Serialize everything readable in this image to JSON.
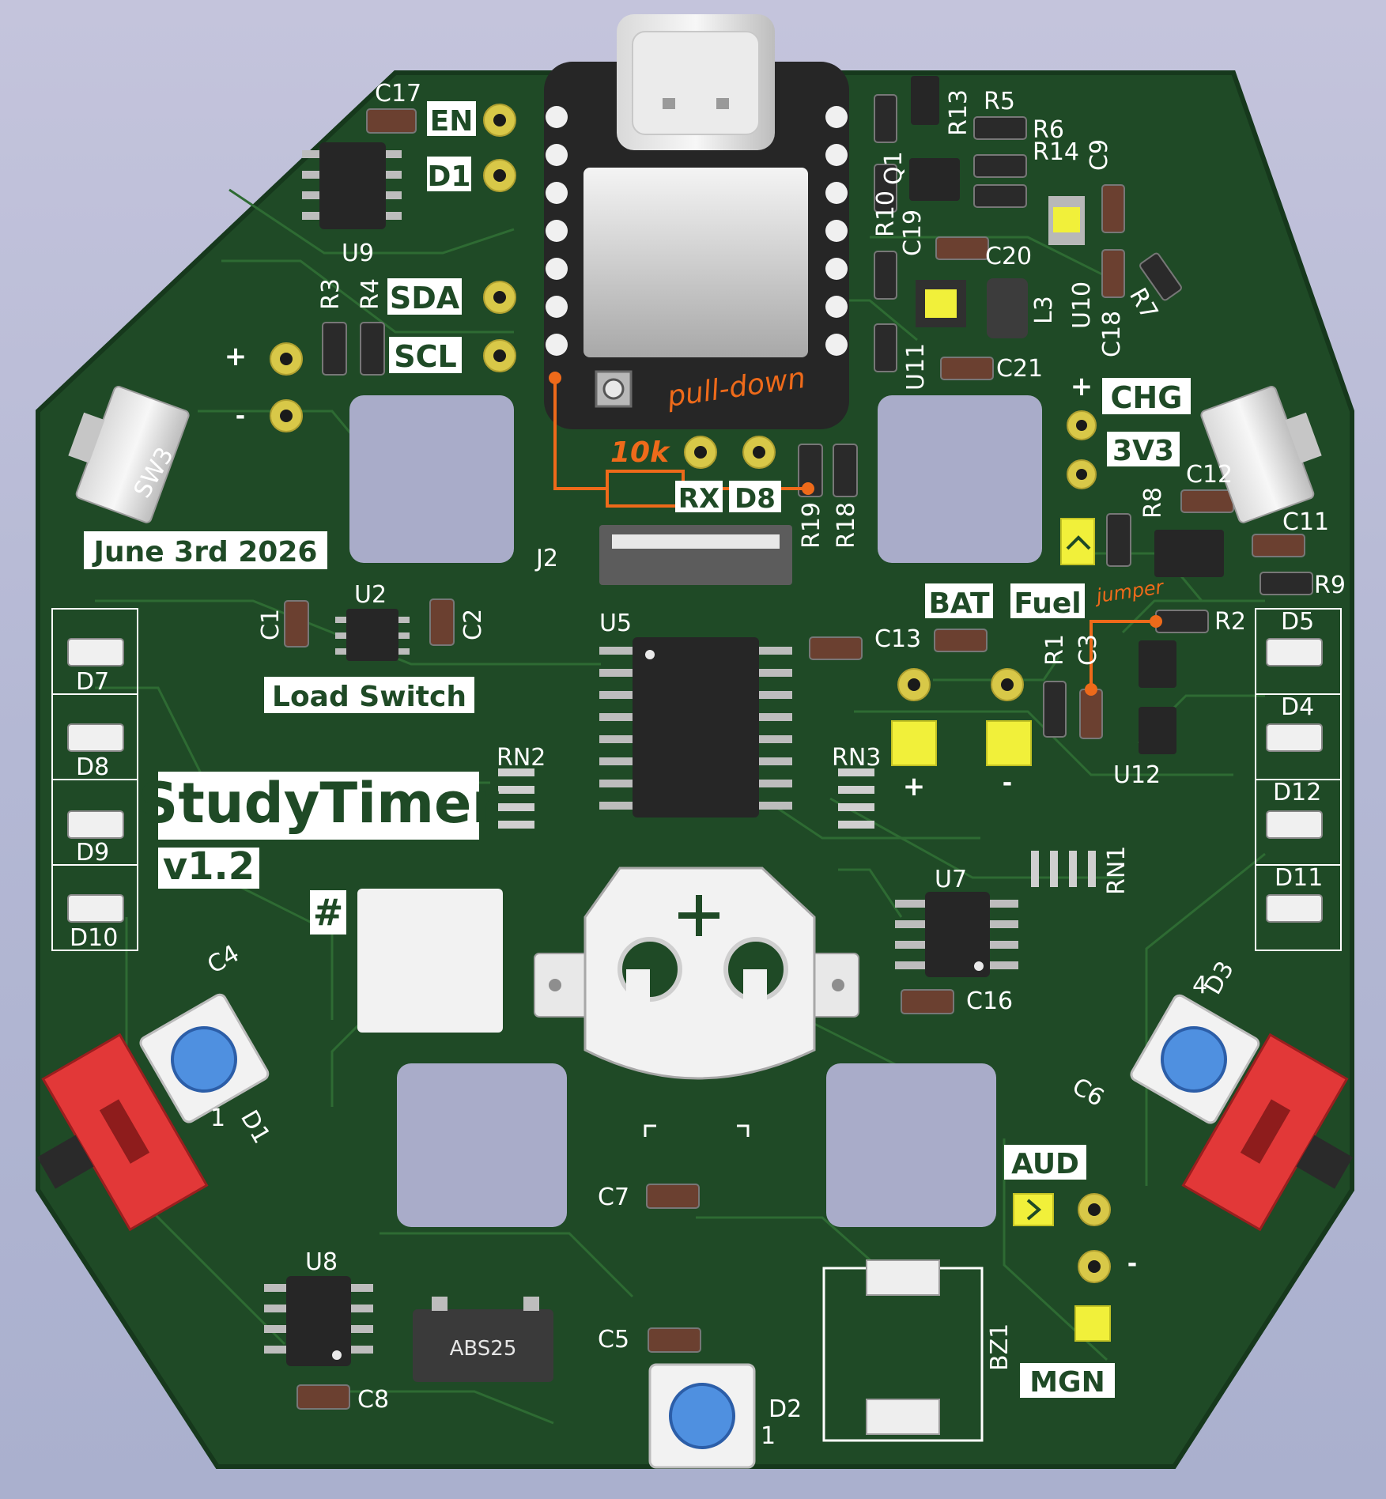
{
  "board": {
    "title": "StudyTimer",
    "version": "v1.2",
    "date": "June 3rd 2026",
    "hash_label": "#",
    "load_switch_label": "Load Switch"
  },
  "pin_labels": {
    "en": "EN",
    "d1": "D1",
    "sda": "SDA",
    "scl": "SCL",
    "rx": "RX",
    "d8": "D8",
    "chg": "CHG",
    "v3v3": "3V3",
    "bat": "BAT",
    "fuel": "Fuel",
    "aud": "AUD",
    "mgn": "MGN",
    "plus": "+",
    "minus": "-"
  },
  "references": {
    "c1": "C1",
    "c2": "C2",
    "c3": "C3",
    "c4": "C4",
    "c5": "C5",
    "c6": "C6",
    "c7": "C7",
    "c8": "C8",
    "c9": "C9",
    "c11": "C11",
    "c12": "C12",
    "c13": "C13",
    "c16": "C16",
    "c17": "C17",
    "c18": "C18",
    "c19": "C19",
    "c20": "C20",
    "c21": "C21",
    "r1": "R1",
    "r2": "R2",
    "r3": "R3",
    "r4": "R4",
    "r5": "R5",
    "r6": "R6",
    "r7": "R7",
    "r8": "R8",
    "r9": "R9",
    "r10": "R10",
    "r13": "R13",
    "r14": "R14",
    "r18": "R18",
    "r19": "R19",
    "u2": "U2",
    "u5": "U5",
    "u7": "U7",
    "u8": "U8",
    "u9": "U9",
    "u10": "U10",
    "u11": "U11",
    "u12": "U12",
    "q1": "Q1",
    "l3": "L3",
    "j2": "J2",
    "sw3": "SW3",
    "bz1": "BZ1",
    "rn1": "RN1",
    "rn2": "RN2",
    "rn3": "RN3",
    "d1": "D1",
    "d2": "D2",
    "d3": "D3",
    "d4": "D4",
    "d5": "D5",
    "d7": "D7",
    "d8": "D8",
    "d9": "D9",
    "d10": "D10",
    "d11": "D11",
    "d12": "D12",
    "pin1": "1",
    "pin4": "4"
  },
  "component_text": {
    "crystal_marking": "ABS25"
  },
  "annotations": {
    "resistor_value": "10k",
    "pull_down": "pull-down",
    "jumper": "jumper"
  },
  "colors": {
    "pcb": "#1f4a26",
    "silkscreen": "#ffffff",
    "pad_gold": "#d8c848",
    "annotation": "#ee6a1a",
    "button_cap": "#4f90e0",
    "switch_red": "#e23838",
    "background": "#b8bcd6"
  }
}
